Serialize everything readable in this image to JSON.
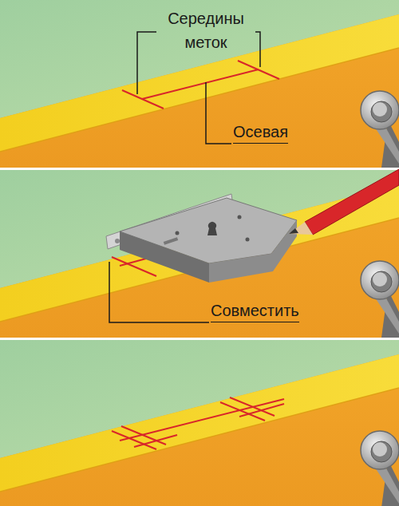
{
  "diagram": {
    "labels": [
      "Середины меток",
      "Осевая",
      "Совместить"
    ]
  }
}
